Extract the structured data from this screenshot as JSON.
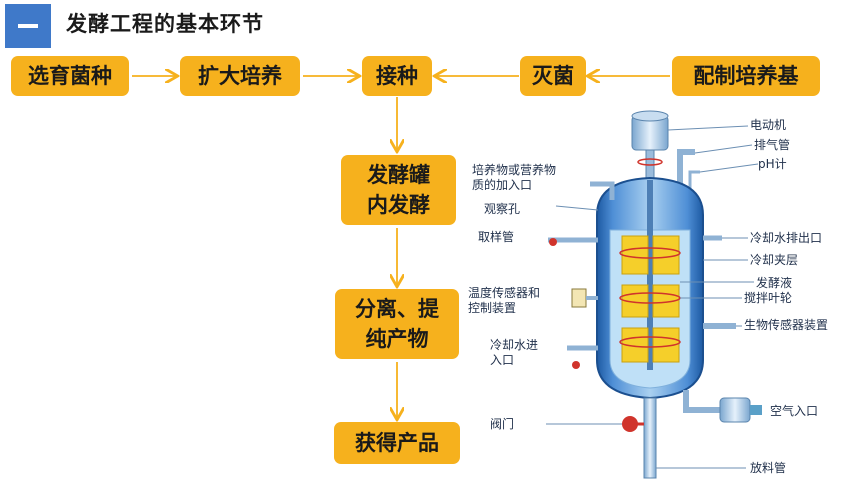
{
  "header": {
    "title": "发酵工程的基本环节"
  },
  "flow": {
    "select": "选育菌种",
    "expand": "扩大培养",
    "inoculate": "接种",
    "sterilize": "灭菌",
    "prepare": "配制培养基",
    "ferment_l1": "发酵罐",
    "ferment_l2": "内发酵",
    "separate_l1": "分离、提",
    "separate_l2": "纯产物",
    "obtain": "获得产品"
  },
  "tank_labels": {
    "motor": "电动机",
    "exhaust": "排气管",
    "ph": "pH计",
    "medium_inlet_l1": "培养物或营养物",
    "medium_inlet_l2": "质的加入口",
    "viewport": "观察孔",
    "sampling": "取样管",
    "coolant_out": "冷却水排出口",
    "cooling_jacket": "冷却夹层",
    "broth": "发酵液",
    "impeller": "搅拌叶轮",
    "temp_l1": "温度传感器和",
    "temp_l2": "控制装置",
    "bio_sensor": "生物传感器装置",
    "coolant_in_l1": "冷却水进",
    "coolant_in_l2": "入口",
    "valve": "阀门",
    "air_inlet": "空气入口",
    "discharge": "放料管"
  },
  "colors": {
    "step_fill": "#f6b11d",
    "arrow": "#f6b11d",
    "header_box": "#3f79c9",
    "tank_body": "#2d6db3",
    "blade": "#f5cf2a"
  }
}
